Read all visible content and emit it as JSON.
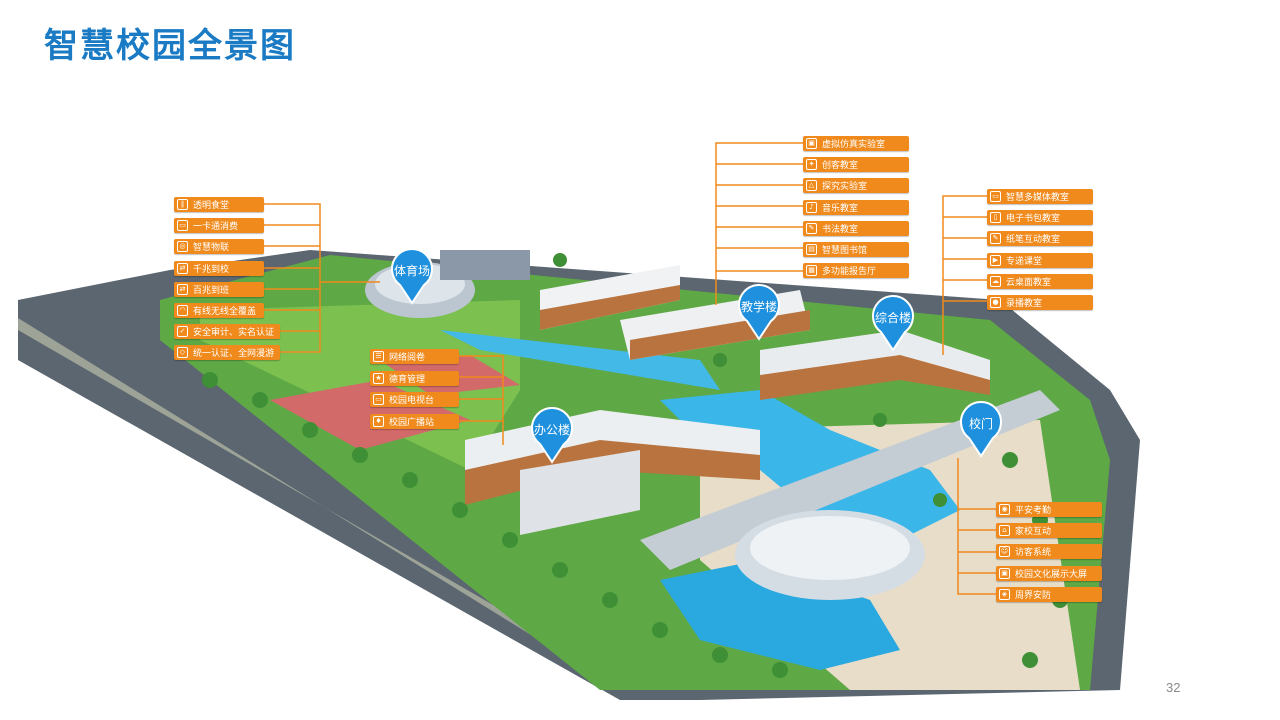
{
  "title": "智慧校园全景图",
  "page_number": "32",
  "colors": {
    "title": "#1a7bc4",
    "tag": "#f08a1c",
    "pin": "#1e90dd",
    "line": "#f08a1c"
  },
  "pins": {
    "sports": "体育场",
    "teaching": "教学楼",
    "complex": "综合楼",
    "office": "办公楼",
    "gate": "校门"
  },
  "groups": {
    "sports": [
      "透明食堂",
      "一卡通消费",
      "智慧物联",
      "千兆到校",
      "百兆到班",
      "有线无线全覆盖",
      "安全审计、实名认证",
      "统一认证、全网漫游"
    ],
    "teaching": [
      "虚拟仿真实验室",
      "创客教室",
      "探究实验室",
      "音乐教室",
      "书法教室",
      "智慧图书馆",
      "多功能报告厅"
    ],
    "complex": [
      "智慧多媒体教室",
      "电子书包教室",
      "纸笔互动教室",
      "专递课堂",
      "云桌面教室",
      "录播教室"
    ],
    "office": [
      "网络阅卷",
      "德育管理",
      "校园电视台",
      "校园广播站"
    ],
    "gate": [
      "平安考勤",
      "家校互动",
      "访客系统",
      "校园文化展示大屏",
      "周界安防"
    ]
  },
  "icons": {
    "sports": [
      "utensils-icon",
      "card-icon",
      "iot-icon",
      "network-icon",
      "network-icon",
      "wifi-icon",
      "user-check-icon",
      "shield-icon"
    ],
    "teaching": [
      "vr-icon",
      "maker-icon",
      "flask-icon",
      "music-icon",
      "brush-icon",
      "book-icon",
      "hall-icon"
    ],
    "complex": [
      "monitor-icon",
      "tablet-icon",
      "pen-icon",
      "video-icon",
      "cloud-icon",
      "camera-icon"
    ],
    "office": [
      "exam-icon",
      "moral-icon",
      "tv-icon",
      "mic-icon"
    ],
    "gate": [
      "attendance-icon",
      "home-icon",
      "visitor-icon",
      "screen-icon",
      "perimeter-icon"
    ]
  }
}
